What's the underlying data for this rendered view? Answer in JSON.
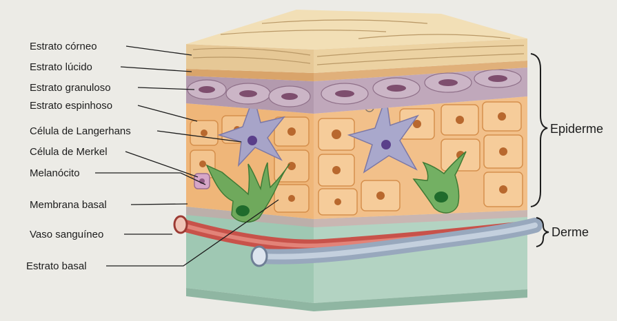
{
  "diagram": {
    "left_labels": [
      "Estrato córneo",
      "Estrato lúcido",
      "Estrato granuloso",
      "Estrato espinhoso",
      "Célula de Langerhans",
      "Célula de Merkel",
      "Melanócito",
      "Membrana basal",
      "Vaso sanguíneo",
      "Estrato basal"
    ],
    "region_labels": {
      "epiderme": "Epiderme",
      "derme": "Derme"
    }
  },
  "colors": {
    "background": "#ecebe6",
    "corneum": "#e6c896",
    "lucidum": "#d9a46a",
    "granulosum": "#b39aae",
    "spinosum": "#efb679",
    "nucleus": "#b8682e",
    "langerhans": "#a7a4c8",
    "merkel": "#d6a6c8",
    "melanocyte": "#6fa95c",
    "dermis": "#a7cbb9",
    "artery": "#c8524a",
    "vein": "#a8b6c8"
  }
}
